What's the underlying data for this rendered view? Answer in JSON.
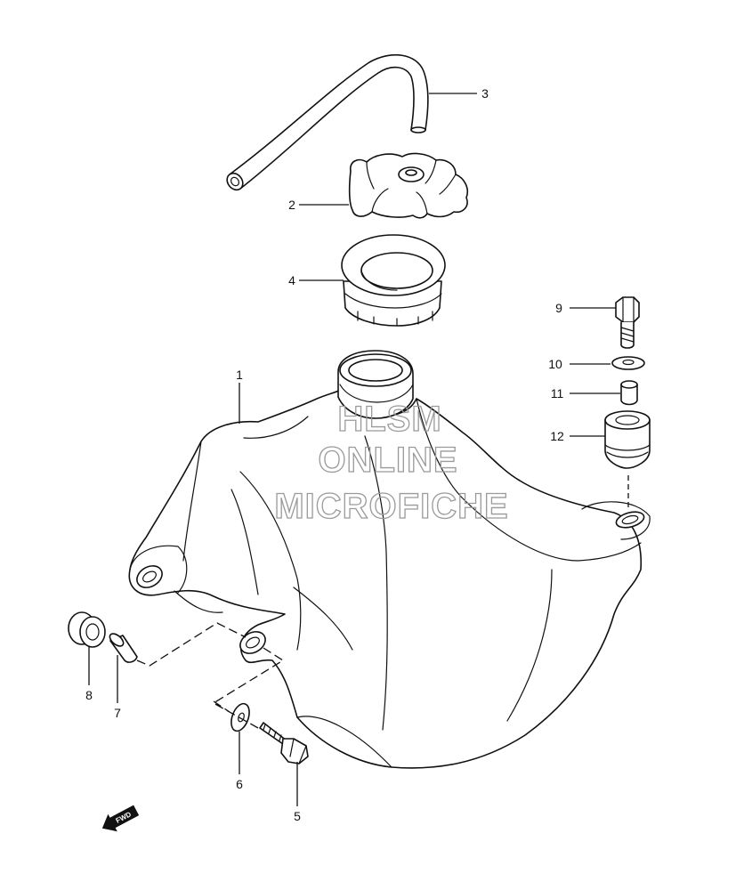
{
  "callouts": [
    {
      "id": "1",
      "text": "1"
    },
    {
      "id": "2",
      "text": "2"
    },
    {
      "id": "3",
      "text": "3"
    },
    {
      "id": "4",
      "text": "4"
    },
    {
      "id": "5",
      "text": "5"
    },
    {
      "id": "6",
      "text": "6"
    },
    {
      "id": "7",
      "text": "7"
    },
    {
      "id": "8",
      "text": "8"
    },
    {
      "id": "9",
      "text": "9"
    },
    {
      "id": "10",
      "text": "10"
    },
    {
      "id": "11",
      "text": "11"
    },
    {
      "id": "12",
      "text": "12"
    }
  ],
  "watermark": {
    "line1": "HLSM",
    "line2": "ONLINE",
    "line3": "MICROFICHE",
    "color": "#9a9a9a"
  },
  "direction_badge": {
    "text": "FWD"
  },
  "colors": {
    "line": "#111111",
    "background": "#ffffff"
  }
}
